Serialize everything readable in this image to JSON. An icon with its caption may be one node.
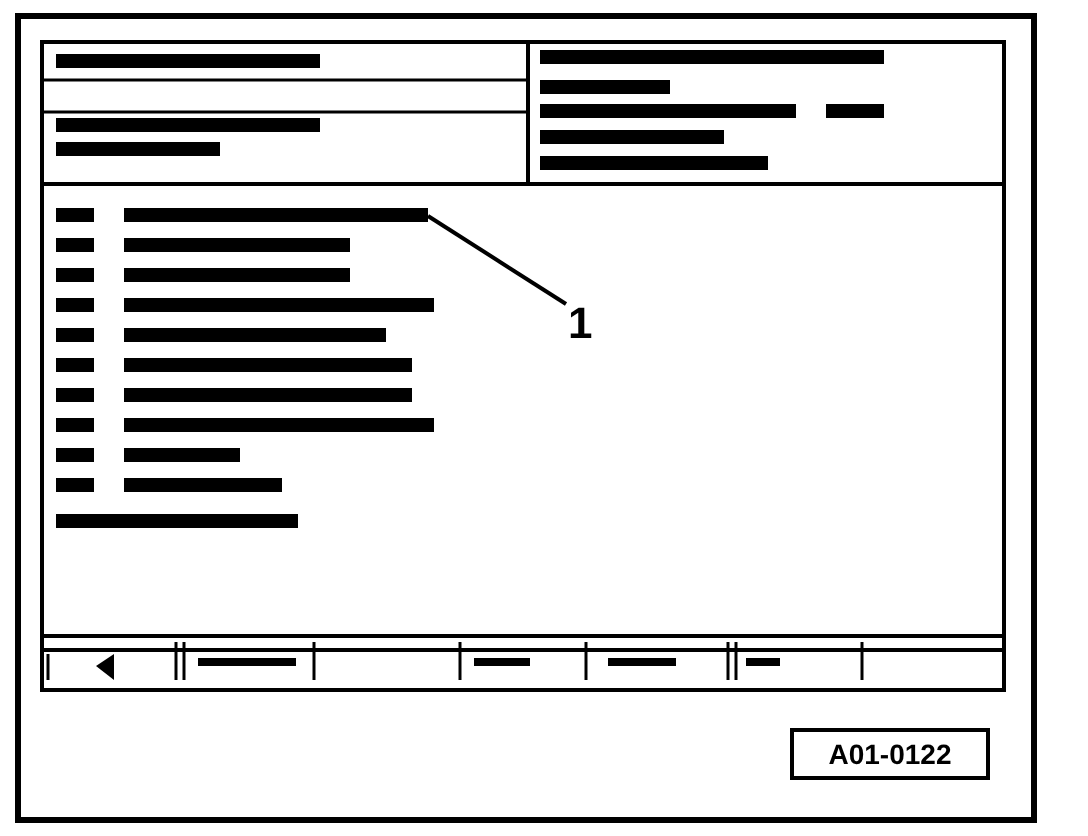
{
  "diagram": {
    "nodes": [
      {
        "text": [
          "1"
        ]
      },
      {
        "text": [],
        "shape": "bar"
      },
      {
        "text": [
          "A01-0122"
        ]
      }
    ],
    "edges": [
      {
        "from": 0,
        "to": 1,
        "arrow": "none"
      }
    ]
  }
}
